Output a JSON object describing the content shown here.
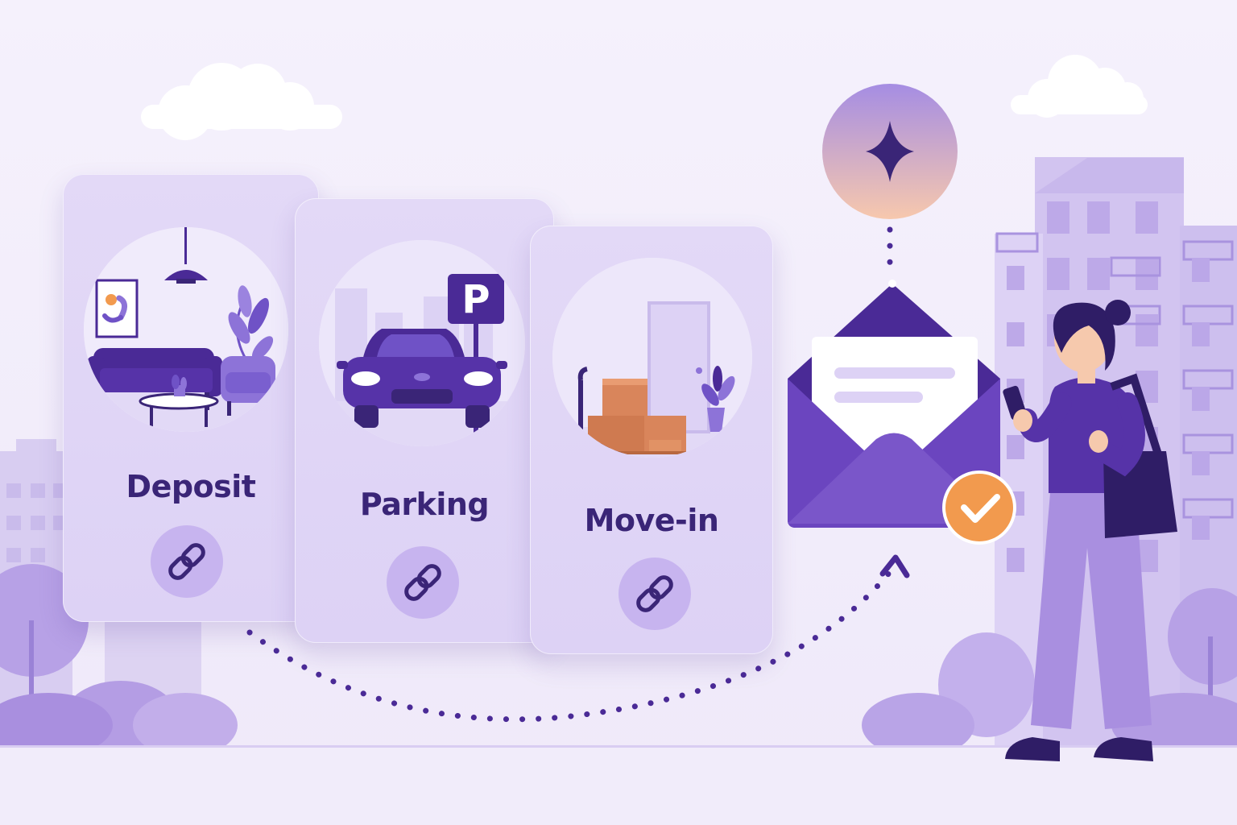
{
  "cards": [
    {
      "id": "deposit",
      "label": "Deposit",
      "scene_icon": "living-room-icon",
      "action_icon": "link-icon"
    },
    {
      "id": "parking",
      "label": "Parking",
      "scene_icon": "car-parking-icon",
      "sign_text": "P",
      "action_icon": "link-icon"
    },
    {
      "id": "movein",
      "label": "Move-in",
      "scene_icon": "moving-boxes-icon",
      "action_icon": "link-icon"
    }
  ],
  "notification": {
    "envelope_icon": "envelope-icon",
    "sparkle_icon": "sparkle-icon",
    "check_icon": "checkmark-icon"
  },
  "person_icon": "woman-with-phone-icon",
  "colors": {
    "background": "#f4f0fb",
    "card": "#ddd2f5",
    "primary": "#4a2a96",
    "deep_purple": "#3a2577",
    "accent": "#f29a4e",
    "link_circle": "#c7b4ef"
  }
}
